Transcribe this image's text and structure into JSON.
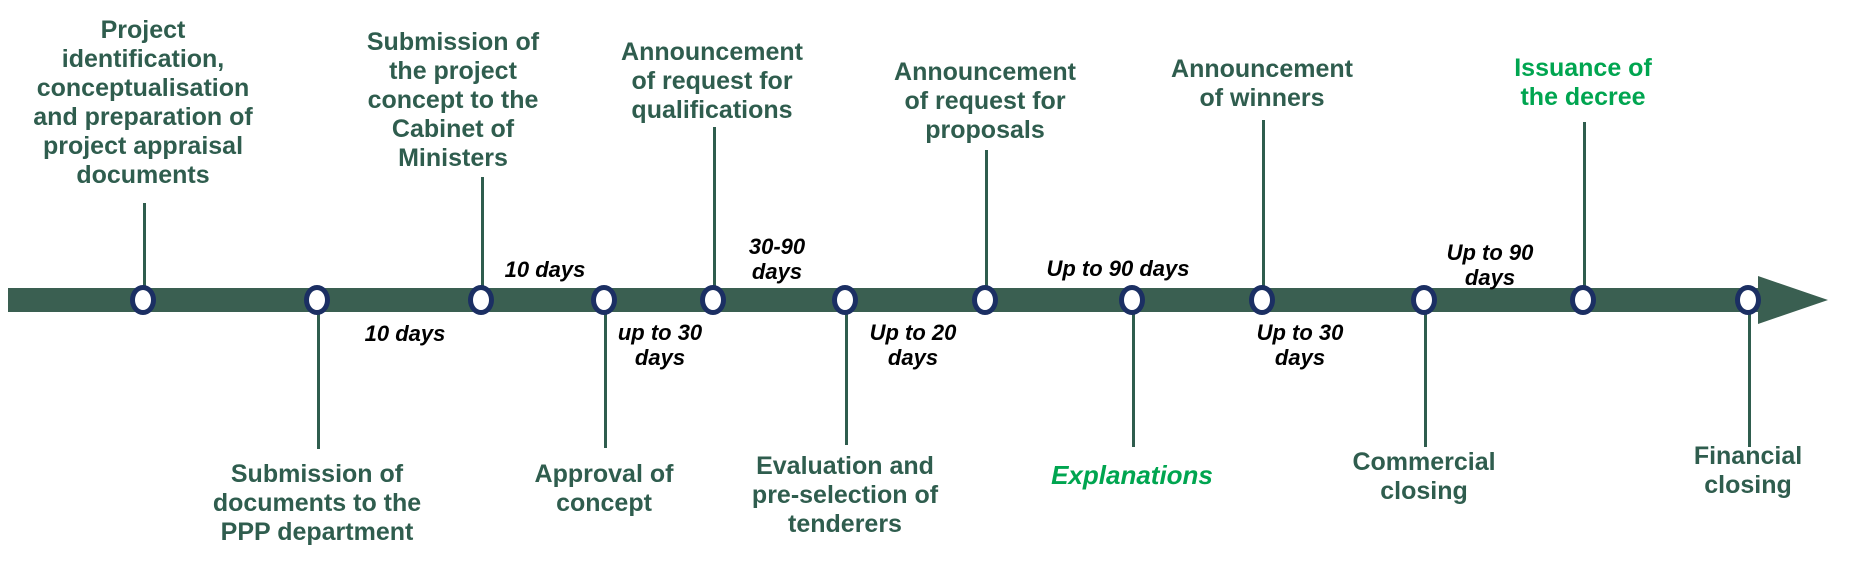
{
  "diagram": {
    "type": "process-timeline",
    "orientation": "horizontal",
    "direction": "left-to-right",
    "colors": {
      "axis": "#3a5f51",
      "node_ring": "#1b2f63",
      "node_fill": "#ffffff",
      "label_primary": "#2f5d4e",
      "label_accent": "#00a550",
      "duration_text": "#000000",
      "background": "#ffffff"
    },
    "node_count": 12
  },
  "events_top": [
    {
      "id": "project-identification",
      "label": "Project\nidentification,\nconceptualisation\nand preparation of\nproject appraisal\ndocuments",
      "accent": false
    },
    {
      "id": "submission-concept-cabinet",
      "label": "Submission of\nthe project\nconcept to the\nCabinet of\nMinisters",
      "accent": false
    },
    {
      "id": "announcement-rfq",
      "label": "Announcement\nof request for\nqualifications",
      "accent": false
    },
    {
      "id": "announcement-rfp",
      "label": "Announcement\nof request for\nproposals",
      "accent": false
    },
    {
      "id": "announcement-winners",
      "label": "Announcement\nof winners",
      "accent": false
    },
    {
      "id": "issuance-decree",
      "label": "Issuance of\nthe decree",
      "accent": true
    }
  ],
  "events_bottom": [
    {
      "id": "submission-ppp-department",
      "label": "Submission of\ndocuments to the\nPPP department",
      "accent": false
    },
    {
      "id": "approval-of-concept",
      "label": "Approval of\nconcept",
      "accent": false
    },
    {
      "id": "evaluation-preselection",
      "label": "Evaluation and\npre-selection of\ntenderers",
      "accent": false
    },
    {
      "id": "explanations",
      "label": "Explanations",
      "accent": true
    },
    {
      "id": "commercial-closing",
      "label": "Commercial\nclosing",
      "accent": false
    },
    {
      "id": "financial-closing",
      "label": "Financial\nclosing",
      "accent": false
    }
  ],
  "durations": [
    {
      "id": "dur-10-days-a",
      "label": "10 days",
      "position": "below"
    },
    {
      "id": "dur-10-days-b",
      "label": "10 days",
      "position": "above"
    },
    {
      "id": "dur-up-to-30-days",
      "label": "up to 30\ndays",
      "position": "below"
    },
    {
      "id": "dur-30-90-days",
      "label": "30-90\ndays",
      "position": "above"
    },
    {
      "id": "dur-up-to-20-days",
      "label": "Up to 20\ndays",
      "position": "below"
    },
    {
      "id": "dur-up-to-90-days-a",
      "label": "Up to 90 days",
      "position": "above"
    },
    {
      "id": "dur-up-to-30-days-b",
      "label": "Up to 30\ndays",
      "position": "below"
    },
    {
      "id": "dur-up-to-90-days-b",
      "label": "Up to 90\ndays",
      "position": "above"
    }
  ]
}
